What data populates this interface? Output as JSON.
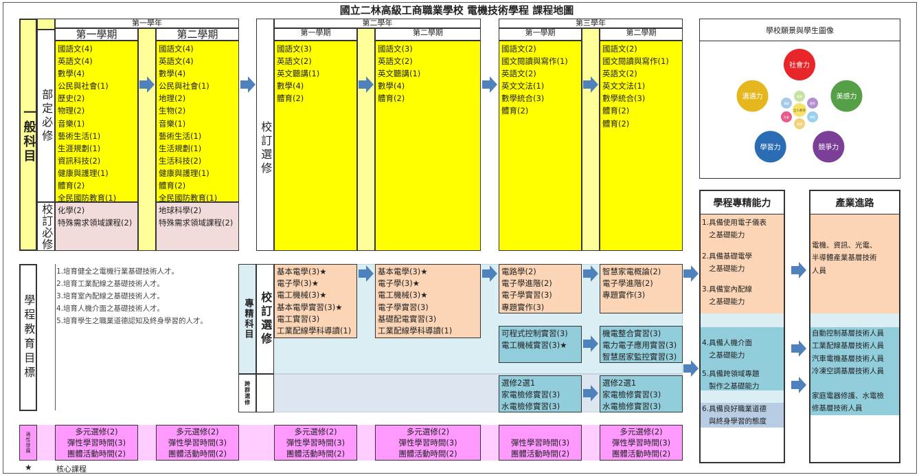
{
  "title": "國立二林高級工商職業學校 電機技術學程 課程地圖",
  "years": [
    "第一學年",
    "第二學年",
    "第三學年"
  ],
  "semesters": [
    "第一學期",
    "第二學期"
  ],
  "general_label": "一般科目",
  "dept_required_label": "部定必修",
  "school_required_label": "校訂必修",
  "school_elective_label": "校訂選修",
  "program_goal_label": "學程教育目標",
  "pro_label": "專精科目",
  "pro_elective_label": "校訂選修",
  "cross_label": "跨群選修",
  "adapt_label": "適性發展",
  "core_symbol": "★",
  "core_note": "核心課程",
  "y1s1_required": [
    "國語文(4)",
    "英語文(4)",
    "數學(4)",
    "公民與社會(1)",
    "歷史(2)",
    "物理(2)",
    "音樂(1)",
    "藝術生活(1)",
    "生涯規劃(1)",
    "資訊科技(2)",
    "健康與護理(1)",
    "體育(2)",
    "全民國防教育(1)"
  ],
  "y1s2_required": [
    "國語文(4)",
    "英語文(4)",
    "數學(4)",
    "公民與社會(1)",
    "地理(2)",
    "生物(2)",
    "音樂(1)",
    "藝術生活(1)",
    "生活規劃(1)",
    "生活科技(2)",
    "健康與護理(1)",
    "體育(2)",
    "全民國防教育(1)"
  ],
  "y1s1_school_req": [
    "化學(2)",
    "特殊需求領域課程(2)"
  ],
  "y1s2_school_req": [
    "地球科學(2)",
    "特殊需求領域課程(2)"
  ],
  "y2s1_general": [
    "國語文(3)",
    "英語文(2)",
    "英文聽講(1)",
    "數學(4)",
    "體育(2)"
  ],
  "y2s2_general": [
    "國語文(3)",
    "英語文(2)",
    "英文聽講(1)",
    "數學(4)",
    "體育(2)"
  ],
  "y3s1_general": [
    "國語文(2)",
    "國文閱讀與寫作(1)",
    "英語文(2)",
    "英文文法(1)",
    "數學統合(3)",
    "體育(2)"
  ],
  "y3s2_general": [
    "國語文(2)",
    "國文閱讀與寫作(1)",
    "英語文(2)",
    "英文文法(1)",
    "數學統合(3)",
    "體育(2)",
    "體育(2)"
  ],
  "goals": [
    "1.培育健全之電機行業基礎技術人才。",
    "2.培育工業配線之基礎技術人才。",
    "3.培育室內配線之基礎技術人才。",
    "4.培育人機介面之基礎技術人才。",
    "5.培育學生之職業道德認知及終身學習的人才。"
  ],
  "y2s1_pro": [
    "基本電學(3)★",
    "電子學(3)★",
    "電工機械(3)★",
    "基本電學實習(3)★",
    "電工實習(3)",
    "工業配線學科導讀(1)"
  ],
  "y2s2_pro": [
    "基本電學(3)★",
    "電子學(3)★",
    "電工機械(3)★",
    "電子學實習(3)",
    "基礎配電實習(3)",
    "工業配線學科導讀(1)"
  ],
  "y3s1_pro_a": [
    "電路學(2)",
    "電子學進階(2)",
    "電子學實習(3)",
    "專題實作(3)"
  ],
  "y3s2_pro_a": [
    "智慧家電概論(2)",
    "電子學進階(2)",
    "專題實作(3)"
  ],
  "y3s1_pro_b": [
    "可程式控制實習(3)",
    "電工機械實習(3)★"
  ],
  "y3s2_pro_b": [
    "機電整合實習(3)",
    "電力電子應用實習(3)",
    "智慧居家監控實習(3)"
  ],
  "y3s1_cross": [
    "選修2選1",
    "家電檢修實習(3)",
    "水電檢修實習(3)"
  ],
  "y3s2_cross": [
    "選修2選1",
    "家電檢修實習(3)",
    "水電檢修實習(3)"
  ],
  "adapt_with_multi": [
    "多元選修(2)",
    "彈性學習時間(3)",
    "團體活動時間(2)"
  ],
  "adapt_no_multi": [
    "彈性學習時間(3)",
    "團體活動時間(2)"
  ],
  "vision": {
    "title": "學校願景與學生圖像",
    "outer": [
      "社會力",
      "美感力",
      "競爭力",
      "學習力",
      "溝通力"
    ],
    "inner": [
      "溝通",
      "美感",
      "競爭",
      "學習",
      "溝通",
      "社會"
    ],
    "center": "全人教育",
    "colors": [
      "#e8262a",
      "#55a046",
      "#7b3f98",
      "#2b6db5",
      "#e6b61e"
    ]
  },
  "skills": {
    "title": "學程專精能力",
    "items": [
      [
        "1.具備使用電子儀表",
        "之基礎能力"
      ],
      [
        "2.具備基礎電學",
        "之基礎能力"
      ],
      [
        "3.具備室內配線",
        "之基礎能力"
      ],
      [
        "4.具備人機介面",
        "之基礎能力"
      ],
      [
        "5.具備跨領域專題",
        "製作之基礎能力"
      ],
      [
        "6.具備良好職業道德",
        "與終身學習的態度"
      ]
    ]
  },
  "career": {
    "title": "產業進路",
    "a": [
      "電機、資訊、光電、",
      "半導體產業基層技術",
      "人員"
    ],
    "b": [
      "自動控制基層技術人員",
      "工業配線基層技術人員",
      "汽車電機基層技術人員",
      "冷凍空調基層技術人員"
    ],
    "c": [
      "家庭電器修護、水電檢",
      "修基層技術人員"
    ]
  },
  "colors": {
    "yellow": "#ffff00",
    "orange": "#fbd5b5",
    "teal": "#92cddc",
    "violet": "#ff99ff",
    "arrow": "#4f81bd"
  }
}
